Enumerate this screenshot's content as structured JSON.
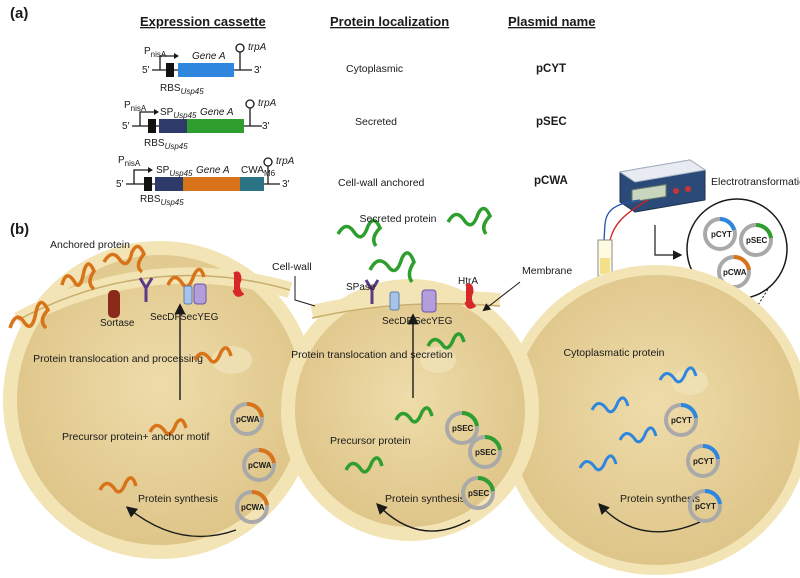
{
  "panel_a_label": "(a)",
  "panel_b_label": "(b)",
  "headers": {
    "cassette": "Expression cassette",
    "localization": "Protein localization",
    "plasmid": "Plasmid name"
  },
  "cassettes": {
    "promoter_main": "P",
    "promoter_sub": "nisA",
    "rbs_main": "RBS",
    "rbs_sub": "Usp45",
    "sp_main": "SP",
    "sp_sub": "Usp45",
    "gene": "Gene A",
    "terminator": "trpA",
    "cwa_main": "CWA",
    "cwa_sub": "M6",
    "five_prime": "5'",
    "three_prime": "3'"
  },
  "rows": [
    {
      "localization": "Cytoplasmic",
      "plasmid": "pCYT"
    },
    {
      "localization": "Secreted",
      "plasmid": "pSEC"
    },
    {
      "localization": "Cell-wall anchored",
      "plasmid": "pCWA"
    }
  ],
  "labels": {
    "electrotransformation": "Electrotransformation",
    "anchored_protein": "Anchored protein",
    "sortase": "Sortase",
    "secdf": "SecDF",
    "secyeg": "SecYEG",
    "translocation_processing": "Protein translocation and processing",
    "precursor_anchor": "Precursor protein+ anchor motif",
    "protein_synthesis": "Protein synthesis",
    "secreted_protein": "Secreted protein",
    "cell_wall": "Cell-wall",
    "spase": "SPase",
    "htra": "HtrA",
    "membrane": "Membrane",
    "translocation_secretion": "Protein translocation and secretion",
    "precursor_protein": "Precursor protein",
    "cytoplasmatic_protein": "Cytoplasmatic protein"
  },
  "plasmids": {
    "cwa": "pCWA",
    "sec": "pSEC",
    "cyt": "pCYT"
  },
  "colors": {
    "blue_gene": "#2e86de",
    "green_gene": "#2e9e2e",
    "orange_gene": "#d9731a",
    "sp_navy": "#2e3a6a",
    "cwa_teal": "#2a7485",
    "cell_fill": "#e8d5a0",
    "cell_wall": "#f5e9c0"
  }
}
